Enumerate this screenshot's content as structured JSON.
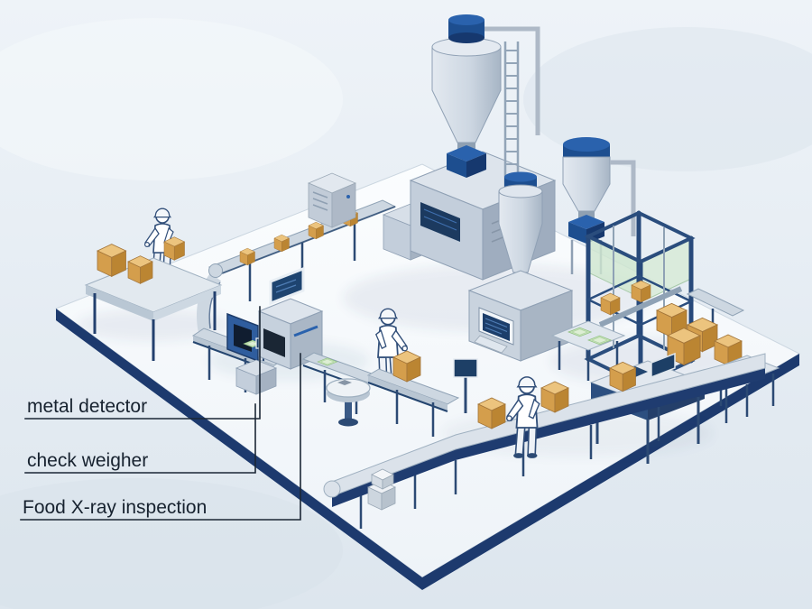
{
  "scene": {
    "background_color": "#e8eef4",
    "floor_color": "#f8fafc",
    "floor_edge_color": "#1d3a6e",
    "machine_gray_light": "#d7dfe8",
    "machine_gray_dark": "#a5b2c2",
    "accent_blue": "#1d4e8f",
    "box_tan": "#e0b061",
    "tray_green": "#c5e2b8",
    "callout_line_color": "#1b2735"
  },
  "labels": {
    "items": [
      {
        "id": "metal-detector",
        "text": "metal detector"
      },
      {
        "id": "check-weigher",
        "text": "check weigher"
      },
      {
        "id": "xray",
        "text": "Food X-ray inspection"
      }
    ]
  }
}
